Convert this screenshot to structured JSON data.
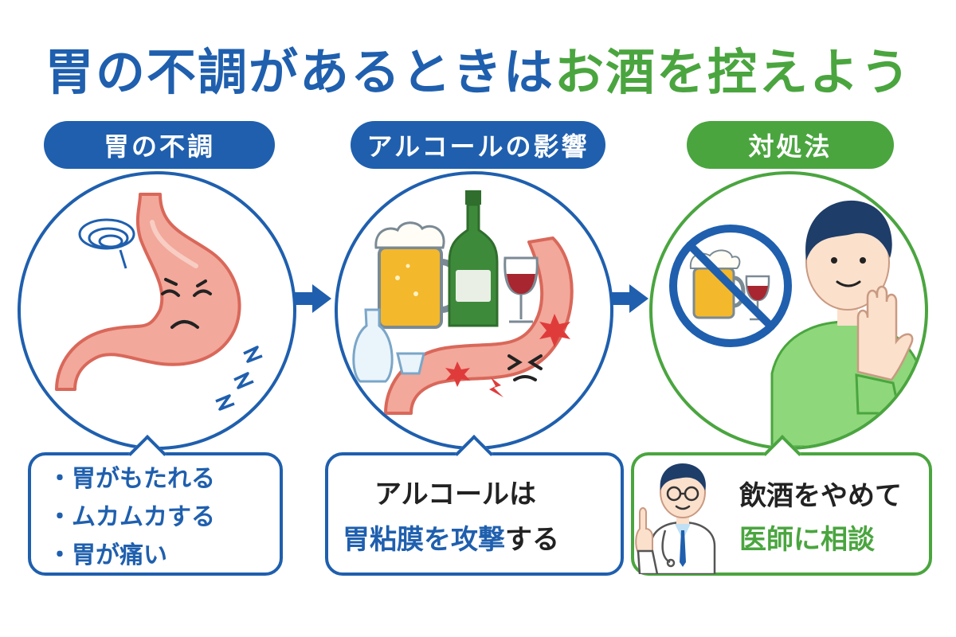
{
  "title": {
    "part1": "胃の不調があるときは",
    "part2": "お酒を控えよう"
  },
  "panels": [
    {
      "header": "胃の不調",
      "bullets": [
        "・胃がもたれる",
        "・ムカムカする",
        "・胃が痛い"
      ]
    },
    {
      "header": "アルコールの影響",
      "message_line1": "アルコールは",
      "message_line2_highlight": "胃粘膜を攻撃",
      "message_line2_rest": "する"
    },
    {
      "header": "対処法",
      "message_line1": "飲酒をやめて",
      "message_line2_highlight": "医師に相談"
    }
  ],
  "colors": {
    "blue": "#1f5fae",
    "green": "#4aa53f",
    "stomach": "#f2a89a",
    "stomach_dark": "#d9685a",
    "beer": "#f3b82b",
    "wine": "#a8262f",
    "bottle": "#3e8a3b",
    "shirt": "#8ed77a"
  },
  "icons": [
    "stomach-icon",
    "sad-face-icon",
    "dizzy-swirl-icon",
    "zigzag-pain-icon",
    "beer-mug-icon",
    "wine-bottle-icon",
    "wine-glass-icon",
    "sake-flask-icon",
    "sake-cup-icon",
    "pain-burst-icon",
    "no-alcohol-icon",
    "man-stop-gesture-icon",
    "doctor-icon",
    "arrow-right-icon"
  ]
}
